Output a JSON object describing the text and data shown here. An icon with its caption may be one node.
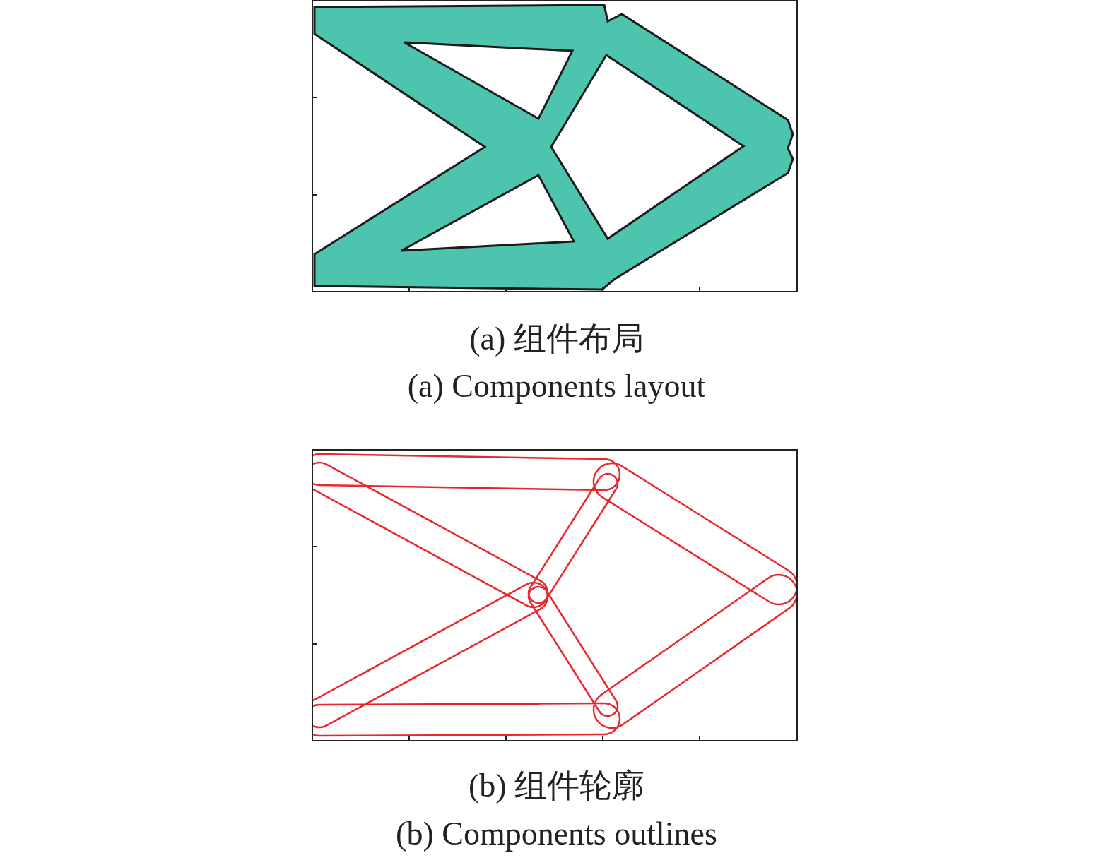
{
  "diagram": {
    "labels": [
      "(a) 组件布局",
      "(a) Components layout",
      "(b) 组件轮廓",
      "(b) Components outlines"
    ]
  }
}
